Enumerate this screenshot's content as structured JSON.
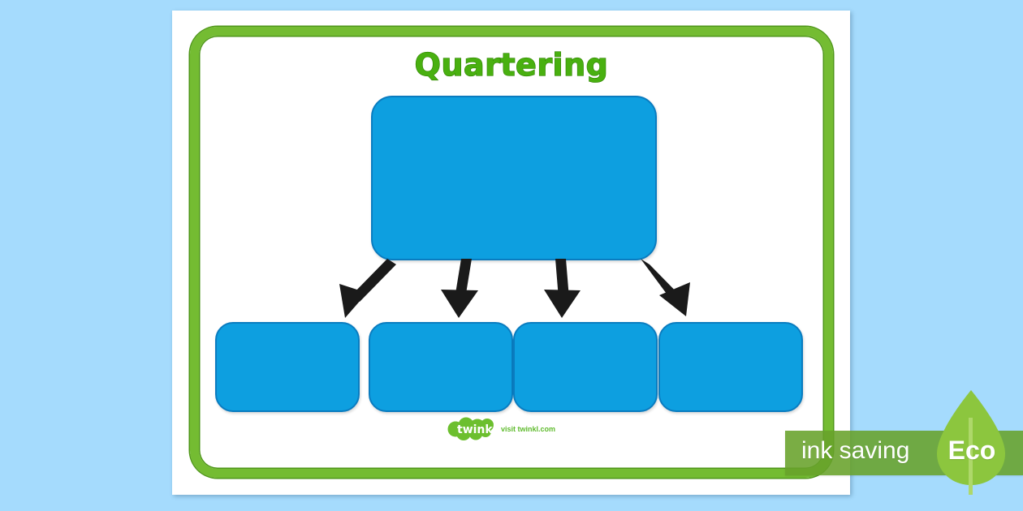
{
  "page": {
    "background_color": "#a5dbfd",
    "sheet_color": "#ffffff",
    "frame_color": "#74bc32",
    "accent_blue": "#0d9fe0",
    "accent_blue_border": "#0a7cc0",
    "title_color": "#49b010",
    "arrow_color": "#1a1a1a"
  },
  "title": "Quartering",
  "diagram": {
    "parent_box": {
      "label": "",
      "name": "whole-amount-box"
    },
    "child_boxes": [
      {
        "label": "",
        "name": "quarter-box-1"
      },
      {
        "label": "",
        "name": "quarter-box-2"
      },
      {
        "label": "",
        "name": "quarter-box-3"
      },
      {
        "label": "",
        "name": "quarter-box-4"
      }
    ],
    "arrows": [
      {
        "name": "arrow-to-quarter-1",
        "direction": "down-left"
      },
      {
        "name": "arrow-to-quarter-2",
        "direction": "down"
      },
      {
        "name": "arrow-to-quarter-3",
        "direction": "down"
      },
      {
        "name": "arrow-to-quarter-4",
        "direction": "down-right"
      }
    ]
  },
  "branding": {
    "logo_word": "twinkl",
    "logo_tagline": "visit twinkl.com",
    "logo_color": "#5fbb2d"
  },
  "eco_badge": {
    "bar_label": "ink saving",
    "leaf_label": "Eco",
    "bar_color": "#68a22a",
    "leaf_color": "#8cc63e"
  }
}
